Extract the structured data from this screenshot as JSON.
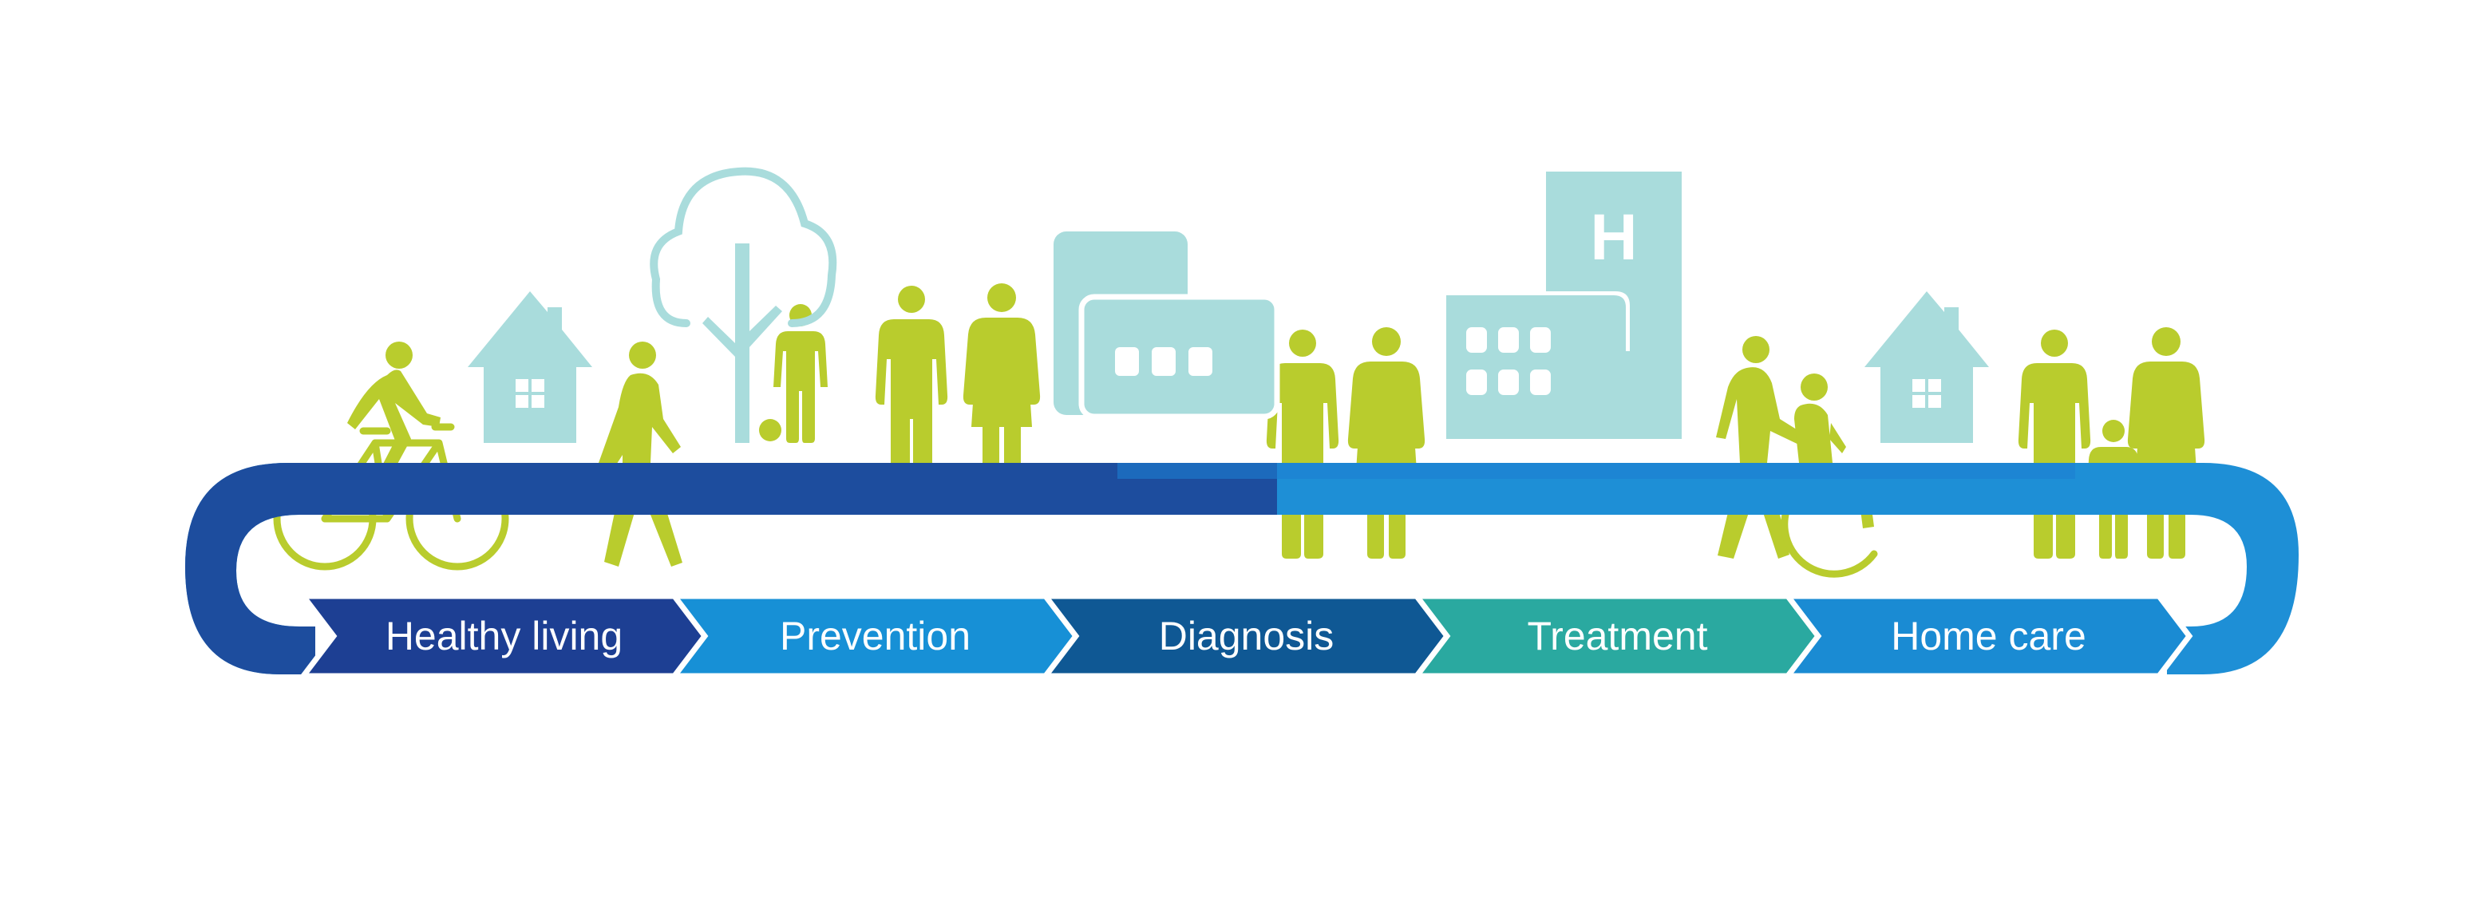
{
  "colors": {
    "background": "#ffffff",
    "figure": "#b9cc2d",
    "building": "#a9dcdc",
    "building_cutout": "#ffffff",
    "track_top": "#1d7fd0",
    "track_left": "#1d4d9e",
    "track_right": "#1e8fd6"
  },
  "journey": {
    "steps": [
      {
        "label": "Healthy living",
        "color": "#1d3f93"
      },
      {
        "label": "Prevention",
        "color": "#1790d6"
      },
      {
        "label": "Diagnosis",
        "color": "#0f5894"
      },
      {
        "label": "Treatment",
        "color": "#2aa9a0"
      },
      {
        "label": "Home care",
        "color": "#1a8bd3"
      }
    ]
  },
  "hospital": {
    "sign": "H"
  },
  "icons": [
    "cyclist-icon",
    "house-icon",
    "walking-person-icon",
    "tree-icon",
    "child-with-ball-icon",
    "doctor-icon",
    "nurse-icon",
    "clinic-building-icon",
    "doctor-icon",
    "nurse-icon",
    "hospital-building-icon",
    "caregiver-icon",
    "wheelchair-user-icon",
    "house-icon",
    "family-icon"
  ]
}
